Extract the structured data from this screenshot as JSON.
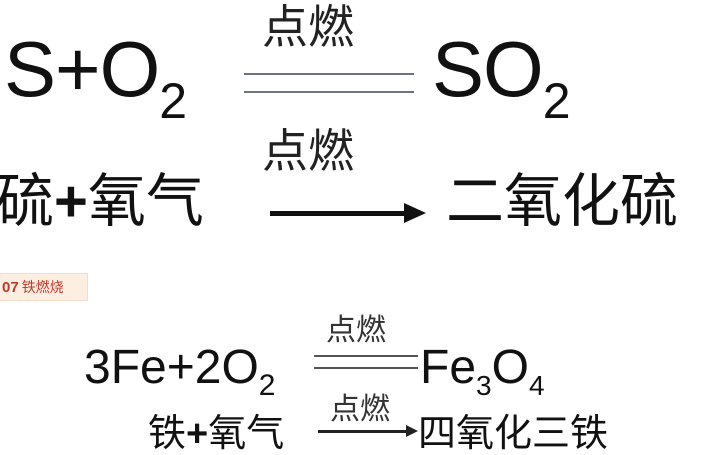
{
  "eq1": {
    "reactant_s": "S",
    "plus": "+",
    "reactant_o": "O",
    "reactant_o_sub": "2",
    "condition": "点燃",
    "product": "SO",
    "product_sub": "2"
  },
  "eq2": {
    "reactant_left": "硫",
    "plus": "+",
    "reactant_right": "氧气",
    "condition": "点燃",
    "product": "二氧化硫"
  },
  "section": {
    "number": "07",
    "title": "铁燃烧"
  },
  "eq3": {
    "reactant": "3Fe+2O",
    "reactant_sub": "2",
    "condition": "点燃",
    "product_fe": "Fe",
    "product_fe_sub": "3",
    "product_o": "O",
    "product_o_sub": "4"
  },
  "eq4": {
    "reactant_left": "铁",
    "plus": "+",
    "reactant_right": "氧气",
    "condition": "点燃",
    "product": "四氧化三铁"
  }
}
